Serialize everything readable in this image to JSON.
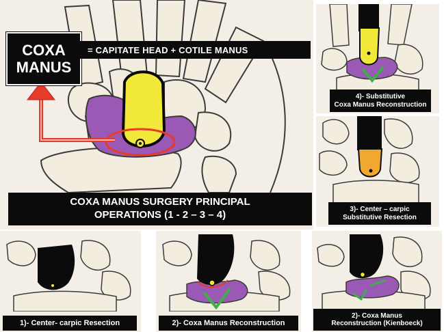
{
  "main": {
    "box_line1": "COXA",
    "box_line2": "MANUS",
    "equation": "= CAPITATE HEAD + COTILE MANUS",
    "caption_line1": "COXA MANUS SURGERY PRINCIPAL",
    "caption_line2": "OPERATIONS (1 - 2 – 3 – 4)"
  },
  "panels": {
    "p4_line1": "4)- Substitutive",
    "p4_line2": "Coxa Manus Reconstruction",
    "p3_line1": "3)- Center – carpic",
    "p3_line2": "Substitutive Resection",
    "p1_label": "1)- Center- carpic Resection",
    "p2_label": "2)-  Coxa Manus Reconstruction",
    "p2k_line1": "2)- Coxa Manus",
    "p2k_line2": "Reconstruction (Kienboeck)"
  },
  "colors": {
    "bone": "#f3ede0",
    "outline": "#3a3a3a",
    "capitate_yellow": "#f2e83a",
    "capitate_orange": "#f0a830",
    "cotile_purple": "#9b59b6",
    "resection_black": "#0b0b0b",
    "arrow_red": "#e53b2a",
    "graft_green": "#3fae49"
  }
}
